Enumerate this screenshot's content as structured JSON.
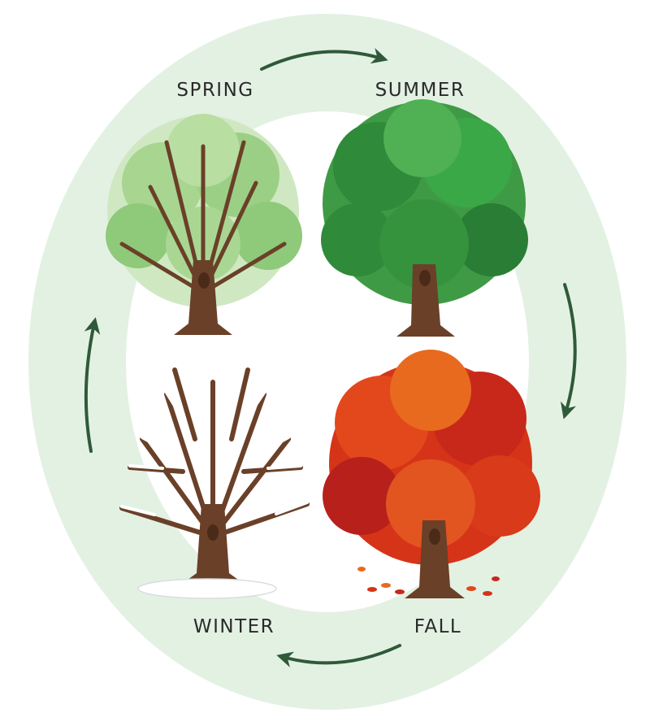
{
  "diagram": {
    "seasons": [
      {
        "key": "spring",
        "label": "SPRING",
        "foliage": "light green buds"
      },
      {
        "key": "summer",
        "label": "SUMMER",
        "foliage": "full green leaves"
      },
      {
        "key": "fall",
        "label": "FALL",
        "foliage": "red and orange leaves"
      },
      {
        "key": "winter",
        "label": "WINTER",
        "foliage": "bare branches with snow"
      }
    ],
    "flow": [
      "spring",
      "summer",
      "fall",
      "winter",
      "spring"
    ],
    "colors": {
      "ring": "#e3f1e3",
      "arrow": "#2f5a3a",
      "trunk": "#6a4028",
      "spring_leaf": "#8fc97a",
      "summer_leaf": "#2f8a3a",
      "fall_leaf": "#d63418",
      "snow": "#ffffff"
    }
  }
}
